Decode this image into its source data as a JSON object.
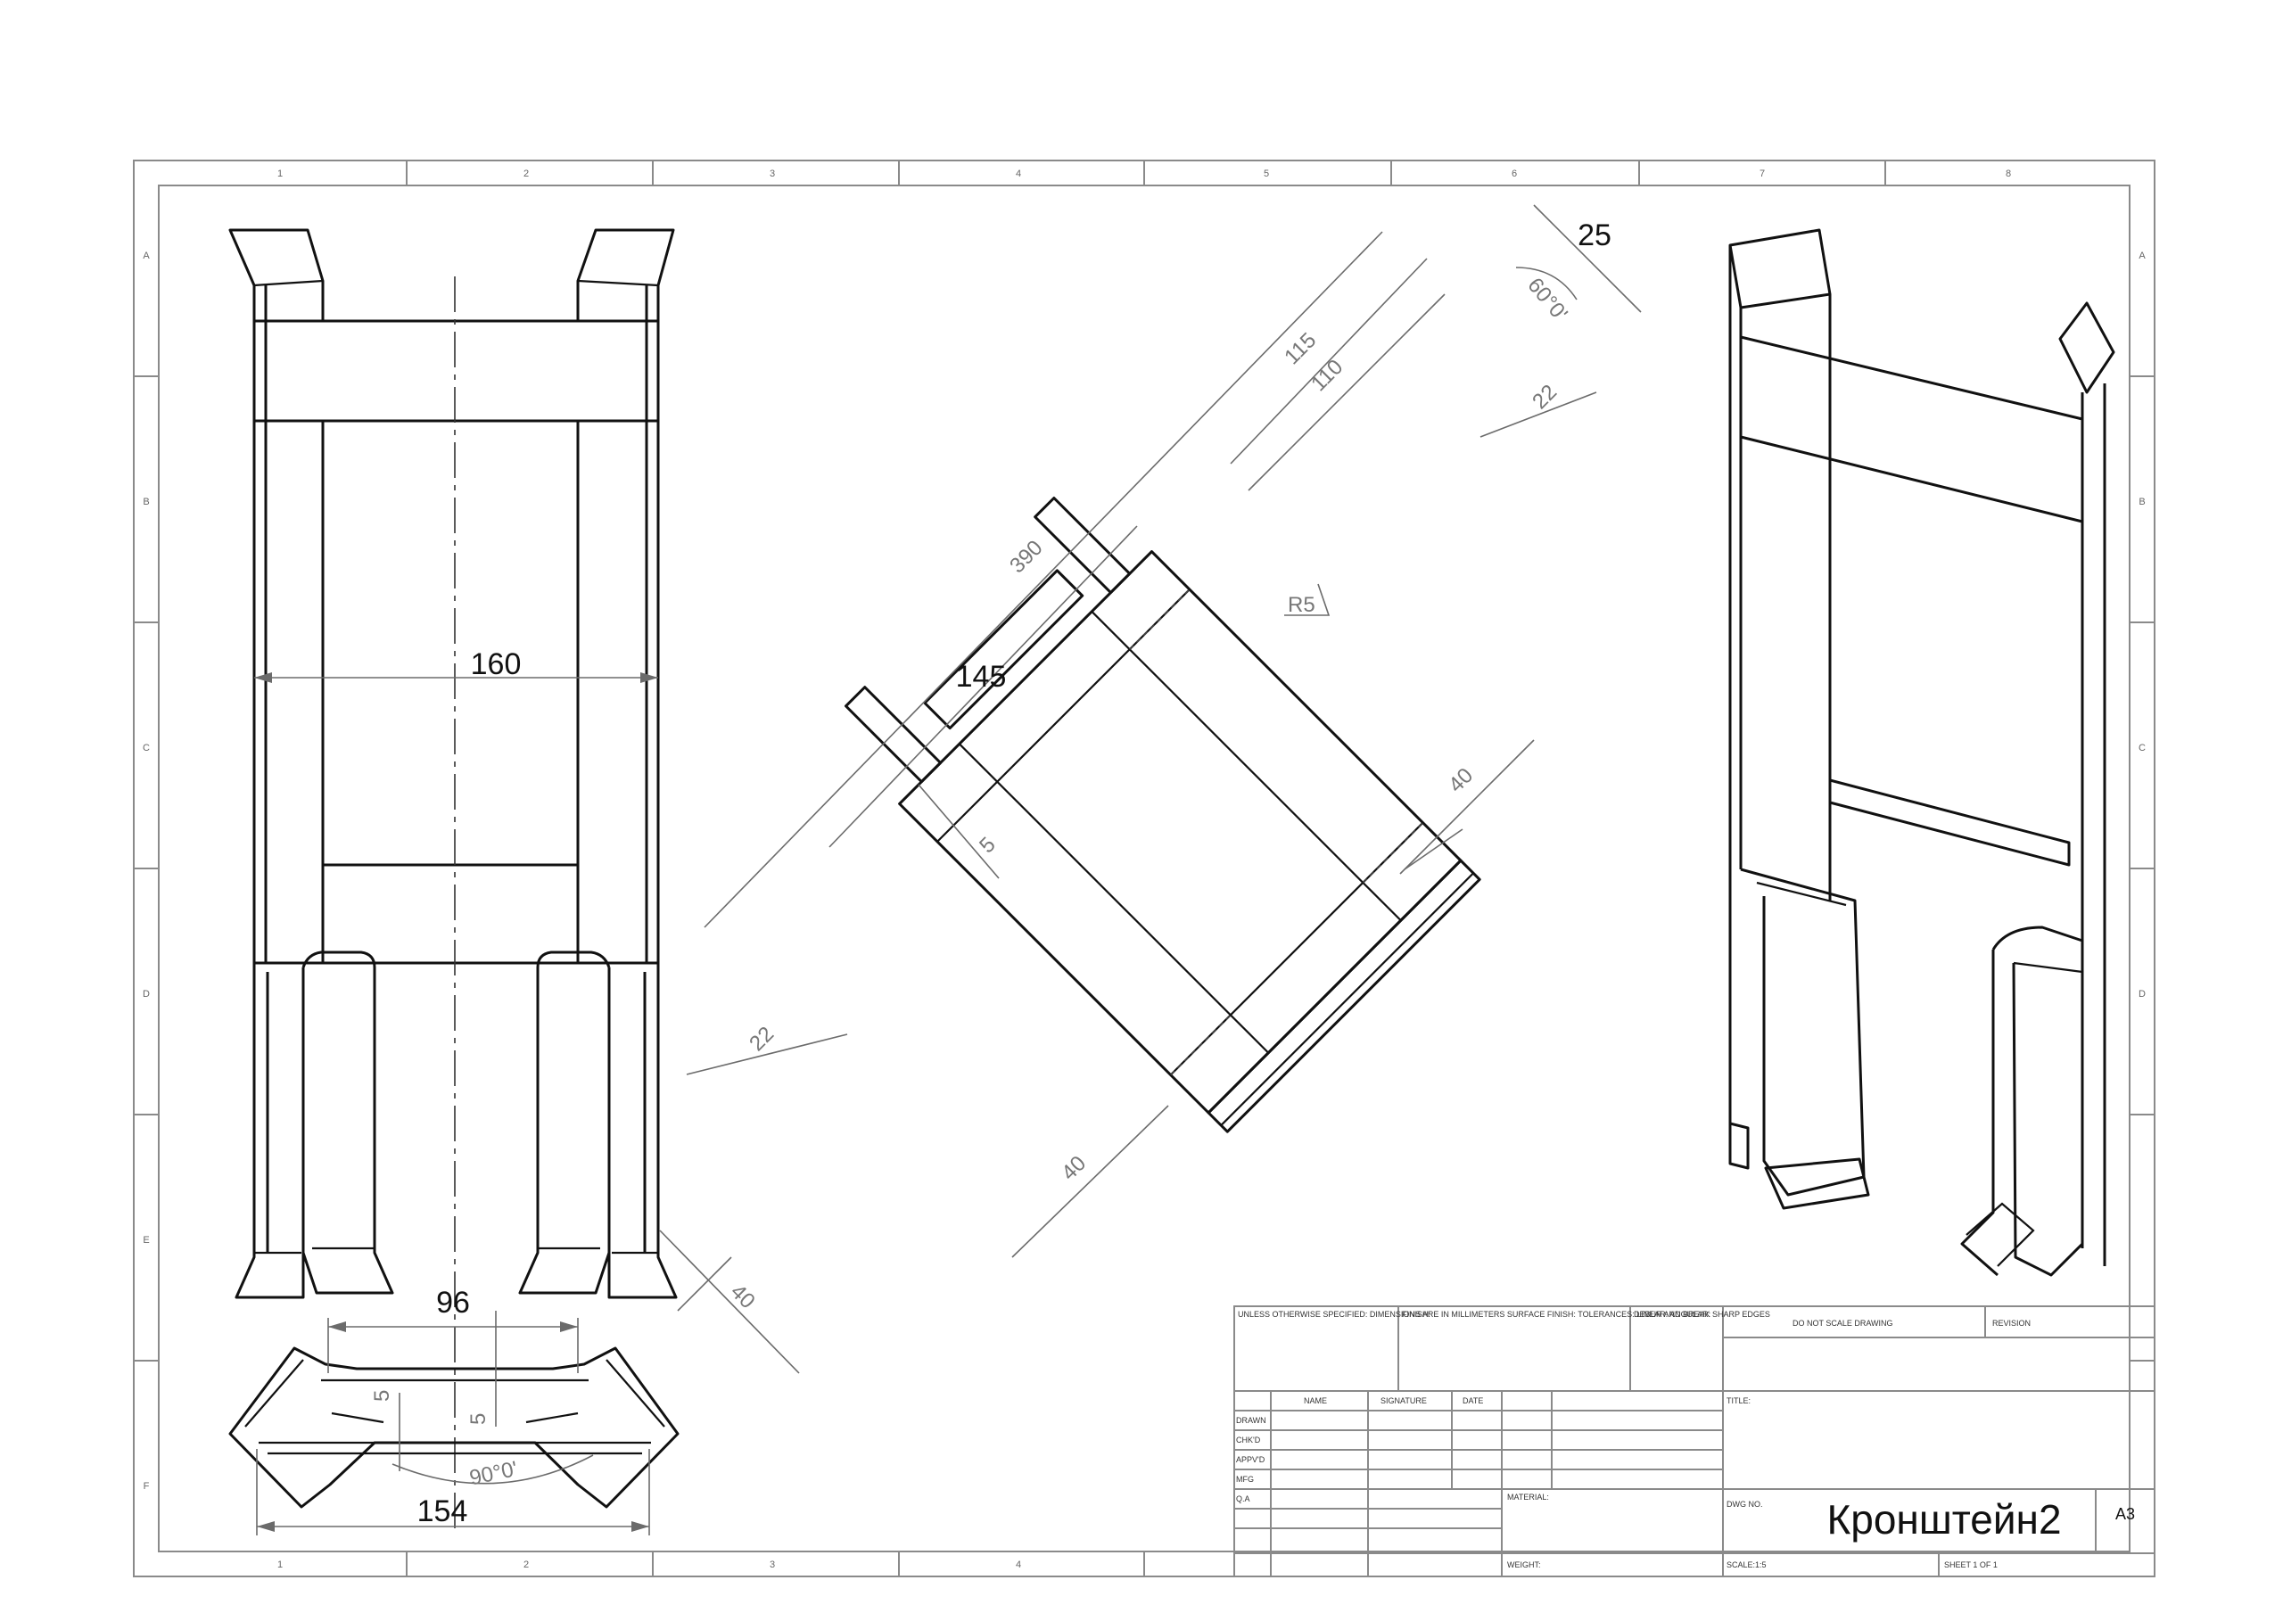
{
  "drawing": {
    "zone_columns": [
      "1",
      "2",
      "3",
      "4",
      "5",
      "6",
      "7",
      "8"
    ],
    "zone_rows": [
      "A",
      "B",
      "C",
      "D",
      "E",
      "F"
    ]
  },
  "dimensions": {
    "front_width": "160",
    "bottom_inner": "96",
    "bottom_outer": "154",
    "bottom_angle": "90°0'",
    "bottom_thickness_left": "5",
    "bottom_thickness_right": "5",
    "bottom_flange": "40",
    "flat_390": "390",
    "flat_145": "145",
    "flat_115": "115",
    "flat_110": "110",
    "flat_25": "25",
    "flat_angle": "60°0'",
    "flat_22_top": "22",
    "flat_22_bottom": "22",
    "flat_R5": "R5",
    "flat_5": "5",
    "flat_40_right": "40",
    "flat_40_bottom": "40"
  },
  "title_block": {
    "general_notes": "UNLESS OTHERWISE SPECIFIED: DIMENSIONS ARE IN MILLIMETERS SURFACE FINISH: TOLERANCES: LINEAR: ANGULAR:",
    "finish_label": "FINISH:",
    "deburr_label": "DEBUR AND BREAK SHARP EDGES",
    "do_not_scale": "DO NOT SCALE DRAWING",
    "revision_label": "REVISION",
    "col_name": "NAME",
    "col_signature": "SIGNATURE",
    "col_date": "DATE",
    "row_drawn": "DRAWN",
    "row_chkd": "CHK'D",
    "row_appvd": "APPV'D",
    "row_mfg": "MFG",
    "row_qa": "Q.A",
    "material_label": "MATERIAL:",
    "weight_label": "WEIGHT:",
    "title_label": "TITLE:",
    "dwg_no_label": "DWG NO.",
    "drawing_title": "Кронштейн2",
    "sheet_size": "A3",
    "scale_label": "SCALE:1:5",
    "sheet_label": "SHEET 1 OF 1"
  }
}
